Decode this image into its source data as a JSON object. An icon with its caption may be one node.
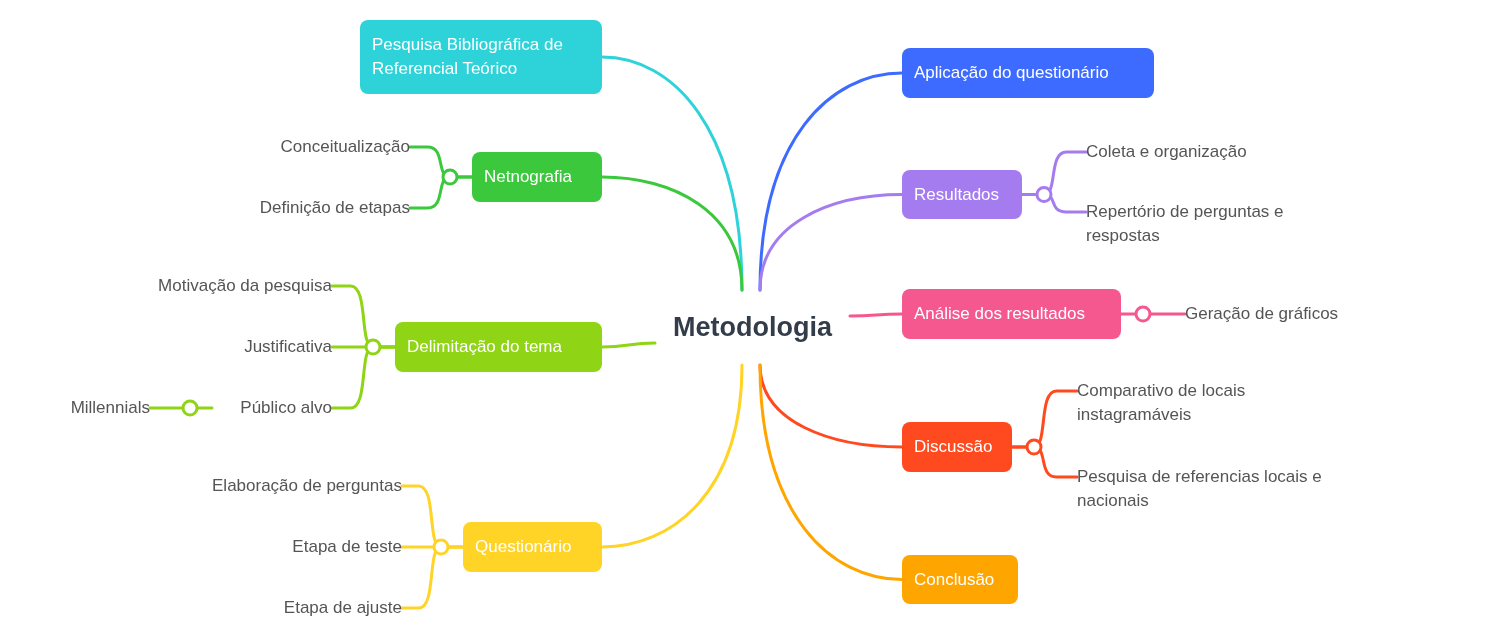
{
  "diagram": {
    "nodes": [
      {
        "text": [
          "Metodologia"
        ]
      },
      {
        "text": [
          "Pesquisa Bibliográfica de Referencial Teórico"
        ]
      },
      {
        "text": [
          "Netnografia"
        ]
      },
      {
        "text": [
          "Conceitualização"
        ]
      },
      {
        "text": [
          "Definição de etapas"
        ]
      },
      {
        "text": [
          "Delimitação do tema"
        ]
      },
      {
        "text": [
          "Motivação da pesquisa"
        ]
      },
      {
        "text": [
          "Justificativa"
        ]
      },
      {
        "text": [
          "Público alvo"
        ]
      },
      {
        "text": [
          "Millennials"
        ]
      },
      {
        "text": [
          "Questionário"
        ]
      },
      {
        "text": [
          "Elaboração de perguntas"
        ]
      },
      {
        "text": [
          "Etapa de teste"
        ]
      },
      {
        "text": [
          "Etapa de ajuste"
        ]
      },
      {
        "text": [
          "Aplicação do questionário"
        ]
      },
      {
        "text": [
          "Resultados"
        ]
      },
      {
        "text": [
          "Coleta e organização"
        ]
      },
      {
        "text": [
          "Repertório de perguntas e respostas"
        ]
      },
      {
        "text": [
          "Análise dos resultados"
        ]
      },
      {
        "text": [
          "Geração de gráficos"
        ]
      },
      {
        "text": [
          "Discussão"
        ]
      },
      {
        "text": [
          "Comparativo de locais instagramáveis"
        ]
      },
      {
        "text": [
          "Pesquisa de referencias locais e nacionais"
        ]
      },
      {
        "text": [
          "Conclusão"
        ]
      }
    ],
    "edges": [
      {
        "from": 0,
        "to": 1,
        "arrow": "none",
        "color": "#2ed3d9"
      },
      {
        "from": 0,
        "to": 2,
        "arrow": "none",
        "color": "#3cc83c"
      },
      {
        "from": 2,
        "to": 3,
        "arrow": "none",
        "color": "#3cc83c"
      },
      {
        "from": 2,
        "to": 4,
        "arrow": "none",
        "color": "#3cc83c"
      },
      {
        "from": 0,
        "to": 5,
        "arrow": "none",
        "color": "#8fd415"
      },
      {
        "from": 5,
        "to": 6,
        "arrow": "none",
        "color": "#8fd415"
      },
      {
        "from": 5,
        "to": 7,
        "arrow": "none",
        "color": "#8fd415"
      },
      {
        "from": 5,
        "to": 8,
        "arrow": "none",
        "color": "#8fd415"
      },
      {
        "from": 8,
        "to": 9,
        "arrow": "none",
        "color": "#8fd415"
      },
      {
        "from": 0,
        "to": 10,
        "arrow": "none",
        "color": "#ffd426"
      },
      {
        "from": 10,
        "to": 11,
        "arrow": "none",
        "color": "#ffd426"
      },
      {
        "from": 10,
        "to": 12,
        "arrow": "none",
        "color": "#ffd426"
      },
      {
        "from": 10,
        "to": 13,
        "arrow": "none",
        "color": "#ffd426"
      },
      {
        "from": 0,
        "to": 14,
        "arrow": "none",
        "color": "#3d6bff"
      },
      {
        "from": 0,
        "to": 15,
        "arrow": "none",
        "color": "#a57cf0"
      },
      {
        "from": 15,
        "to": 16,
        "arrow": "none",
        "color": "#a57cf0"
      },
      {
        "from": 15,
        "to": 17,
        "arrow": "none",
        "color": "#a57cf0"
      },
      {
        "from": 0,
        "to": 18,
        "arrow": "none",
        "color": "#f5578f"
      },
      {
        "from": 18,
        "to": 19,
        "arrow": "none",
        "color": "#f5578f"
      },
      {
        "from": 0,
        "to": 20,
        "arrow": "none",
        "color": "#ff4a1f"
      },
      {
        "from": 20,
        "to": 21,
        "arrow": "none",
        "color": "#ff4a1f"
      },
      {
        "from": 20,
        "to": 22,
        "arrow": "none",
        "color": "#ff4a1f"
      },
      {
        "from": 0,
        "to": 23,
        "arrow": "none",
        "color": "#ffa500"
      }
    ]
  }
}
